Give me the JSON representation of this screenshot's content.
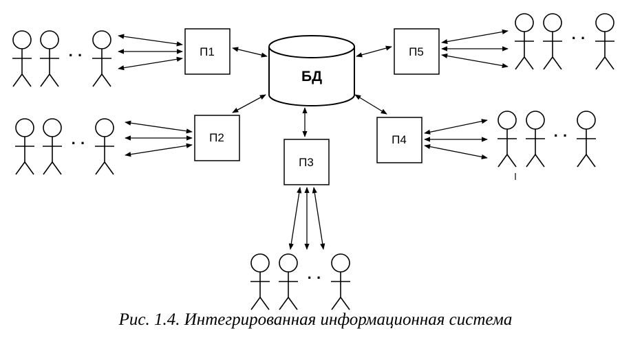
{
  "database": {
    "label": "БД"
  },
  "processes": [
    {
      "id": "p1",
      "label": "П1"
    },
    {
      "id": "p2",
      "label": "П2"
    },
    {
      "id": "p3",
      "label": "П3"
    },
    {
      "id": "p4",
      "label": "П4"
    },
    {
      "id": "p5",
      "label": "П5"
    }
  ],
  "user_groups": [
    {
      "id": "g1",
      "ellipsis": "· ·"
    },
    {
      "id": "g2",
      "ellipsis": "· ·"
    },
    {
      "id": "g3",
      "ellipsis": "· ·"
    },
    {
      "id": "g4",
      "ellipsis": "· ·"
    },
    {
      "id": "g5",
      "ellipsis": "· ·"
    }
  ],
  "caption": "Рис. 1.4. Интегрированная информационная система"
}
